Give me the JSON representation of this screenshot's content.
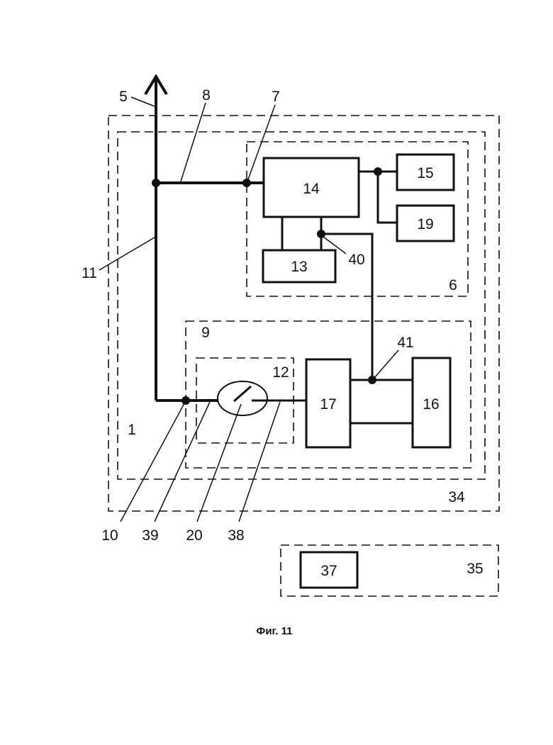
{
  "caption": "Фиг. 11",
  "labels": {
    "l1": "1",
    "l5": "5",
    "l6": "6",
    "l7": "7",
    "l8": "8",
    "l9": "9",
    "l10": "10",
    "l11": "11",
    "l12": "12",
    "l13": "13",
    "l14": "14",
    "l15": "15",
    "l16": "16",
    "l17": "17",
    "l19": "19",
    "l20": "20",
    "l34": "34",
    "l35": "35",
    "l37": "37",
    "l38": "38",
    "l39": "39",
    "l40": "40",
    "l41": "41"
  }
}
